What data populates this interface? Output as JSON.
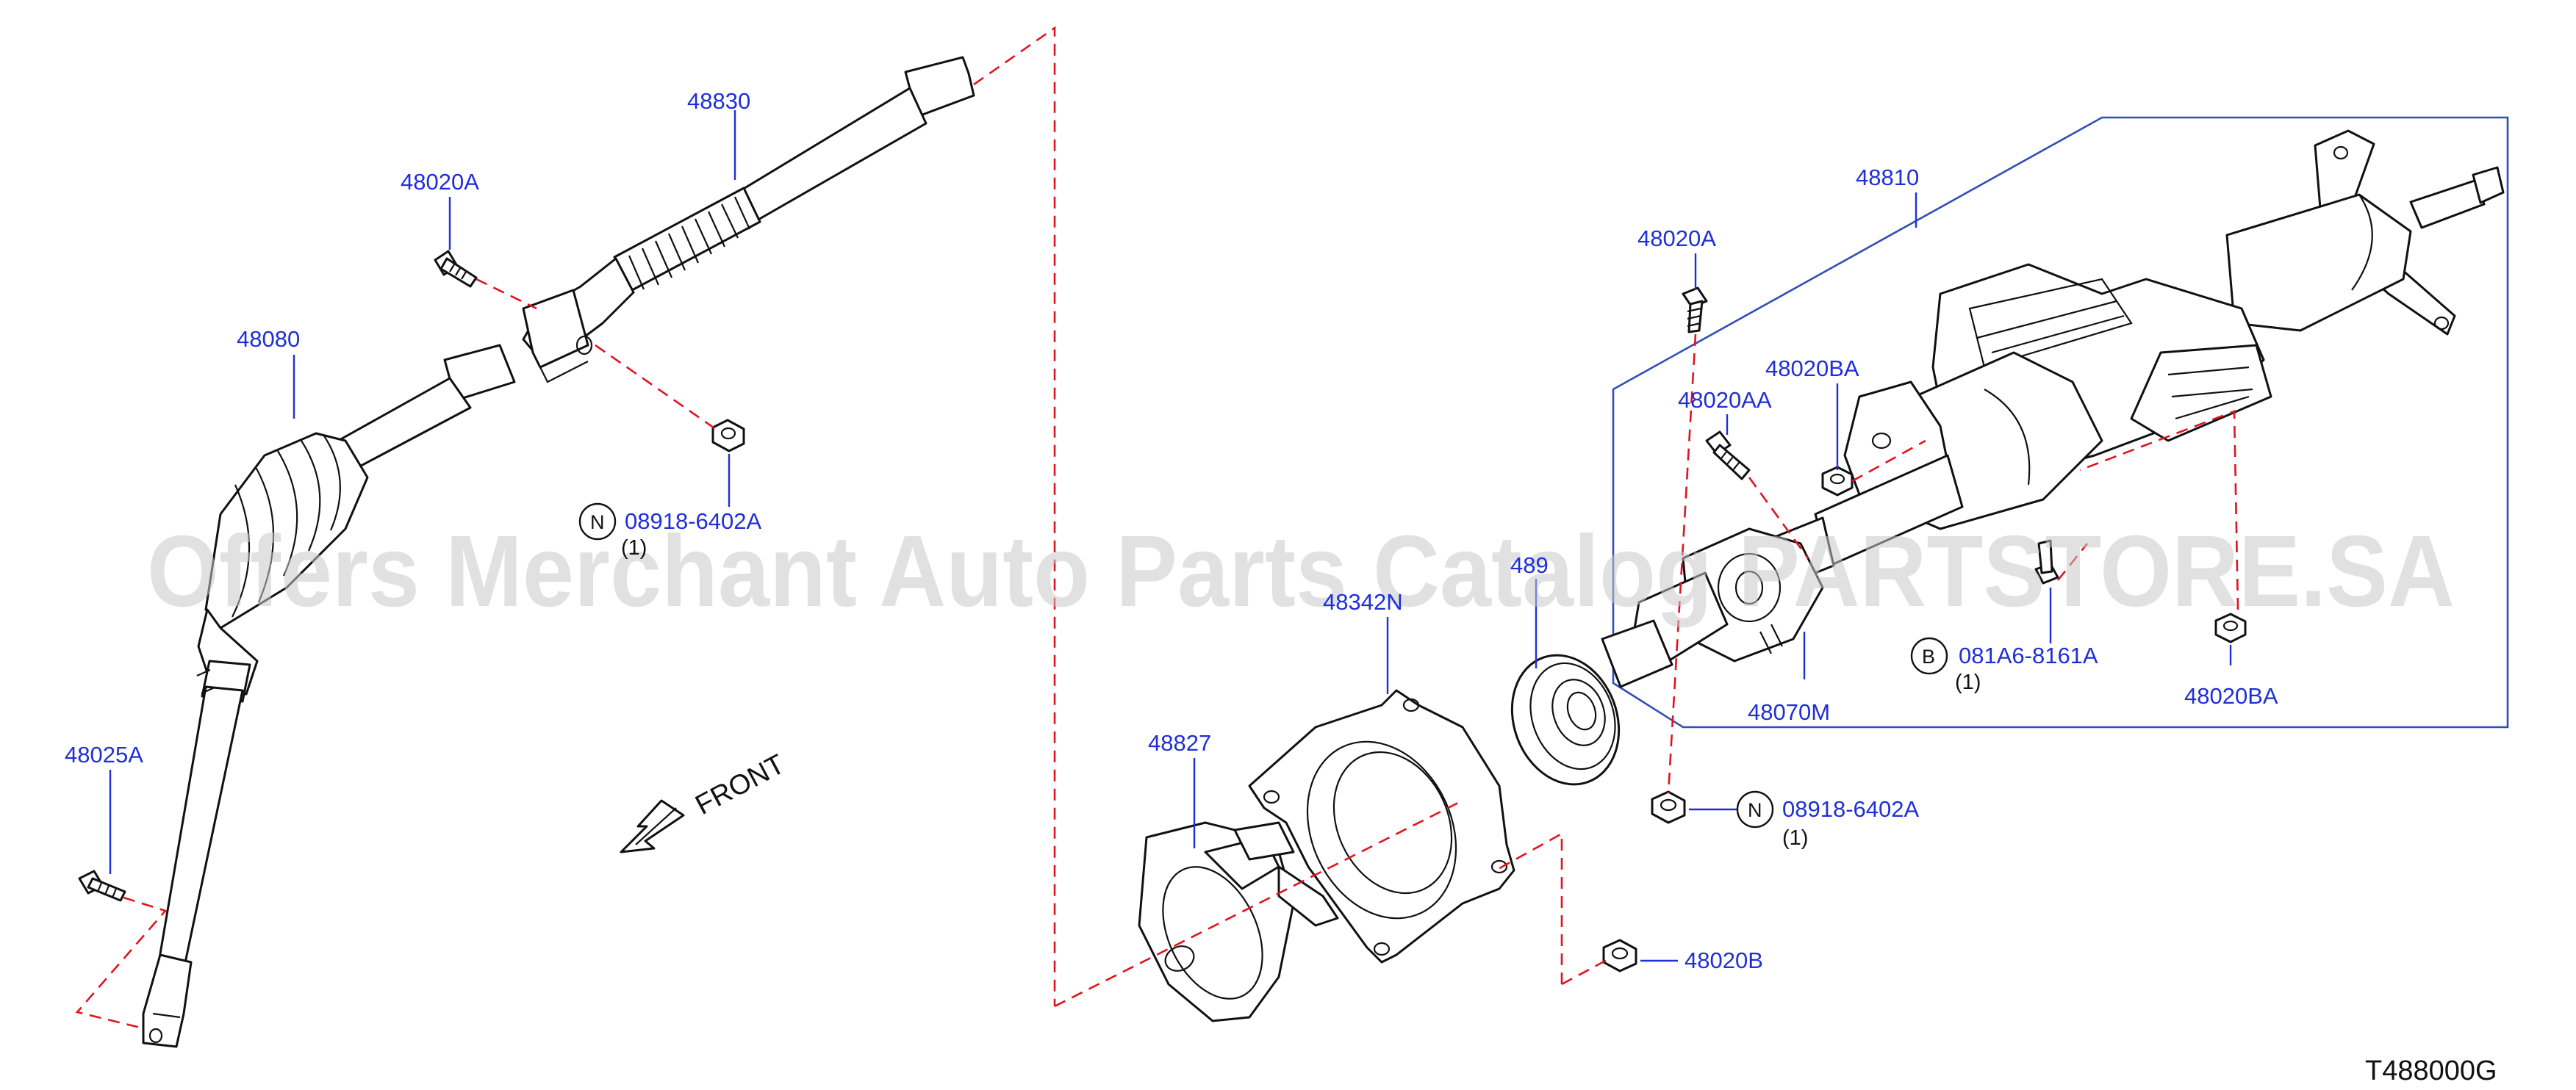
{
  "labels": {
    "p48830": "48830",
    "p48020A_left": "48020A",
    "p48080": "48080",
    "p08918_left": "08918-6402A",
    "p08918_left_qty": "(1)",
    "p48025A": "48025A",
    "p48810": "48810",
    "p48020A_right": "48020A",
    "p48020BA_top": "48020BA",
    "p48020AA": "48020AA",
    "p489xx": "489",
    "p48342N": "48342N",
    "p48827": "48827",
    "p48070M": "48070M",
    "p081A6": "081A6-8161A",
    "p081A6_qty": "(1)",
    "p48020BA_right": "48020BA",
    "p08918_right": "08918-6402A",
    "p08918_right_qty": "(1)",
    "p48020B": "48020B"
  },
  "symbols": {
    "n_left": "N",
    "n_right": "N",
    "b_right": "B"
  },
  "front_label": "FRONT",
  "diagram_code": "T488000G",
  "watermark": "Offers Merchant Auto Parts Catalog PARTSTORE.SA",
  "colors": {
    "label": "#1f2fd8",
    "dashed_leader": "#e0141e",
    "group_box": "#2f4fb8",
    "watermark": "#c8c8c8"
  }
}
